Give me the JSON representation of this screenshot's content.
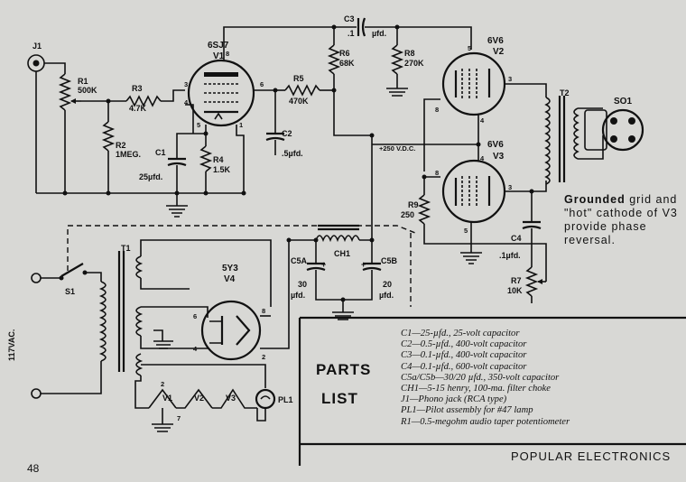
{
  "components": {
    "j1": "J1",
    "r1": "R1",
    "r1_val": "500K",
    "r2": "R2",
    "r2_val": "1MEG.",
    "r3": "R3",
    "r3_val": "4.7K",
    "v1_type": "6SJ7",
    "v1": "V1",
    "c1": "C1",
    "c1_val": "25µfd.",
    "r4": "R4",
    "r4_val": "1.5K",
    "r5": "R5",
    "r5_val": "470K",
    "c2": "C2",
    "c2_val": ".5µfd.",
    "r6": "R6",
    "r6_val": "68K",
    "c3": "C3",
    "c3_val_a": ".1",
    "c3_val_b": "µfd.",
    "r8": "R8",
    "r8_val": "270K",
    "v2_type": "6V6",
    "v2": "V2",
    "v3_type": "6V6",
    "v3": "V3",
    "b_plus": "+250 V.D.C.",
    "r9": "R9",
    "r9_val": "250",
    "c4": "C4",
    "c4_val": ".1µfd.",
    "r7": "R7",
    "r7_val": "10K",
    "t2": "T2",
    "so1": "SO1",
    "t1": "T1",
    "s1": "S1",
    "mains": "117VAC.",
    "v4_type": "5Y3",
    "v4": "V4",
    "ch1": "CH1",
    "c5a": "C5A",
    "c5a_val_a": "30",
    "c5a_val_b": "µfd.",
    "c5b": "C5B",
    "c5b_val_a": "20",
    "c5b_val_b": "µfd.",
    "fil_v1": "V1",
    "fil_v2": "V2",
    "fil_v3": "V3",
    "pl1": "PL1"
  },
  "pins": {
    "v1_p8": "8",
    "v1_p3": "3",
    "v1_p4": "4",
    "v1_p6": "6",
    "v1_p5": "5",
    "v1_p1": "1",
    "v2_p5": "5",
    "v2_p3": "3",
    "v2_p8": "8",
    "v2_p4": "4",
    "v3_p4": "4",
    "v3_p8": "8",
    "v3_p3": "3",
    "v3_p5": "5",
    "v4_p6": "6",
    "v4_p4": "4",
    "v4_p8": "8",
    "v4_p2": "2",
    "fil_2": "2",
    "fil_7": "7"
  },
  "note": {
    "bold": "Grounded",
    "rest": " grid and \"hot\" cathode of V3 provide phase reversal."
  },
  "parts": {
    "title_1": "PARTS",
    "title_2": "LIST",
    "items": [
      "C1—25-µfd., 25-volt capacitor",
      "C2—0.5-µfd., 400-volt capacitor",
      "C3—0.1-µfd., 400-volt capacitor",
      "C4—0.1-µfd., 600-volt capacitor",
      "C5a/C5b—30/20 µfd., 350-volt capacitor",
      "CH1—5-15 henry, 100-ma. filter choke",
      "J1—Phono jack (RCA type)",
      "PL1—Pilot assembly for #47 lamp",
      "R1—0.5-megohm audio taper potentiometer"
    ]
  },
  "footer": {
    "page_number": "48",
    "magazine": "POPULAR ELECTRONICS"
  }
}
